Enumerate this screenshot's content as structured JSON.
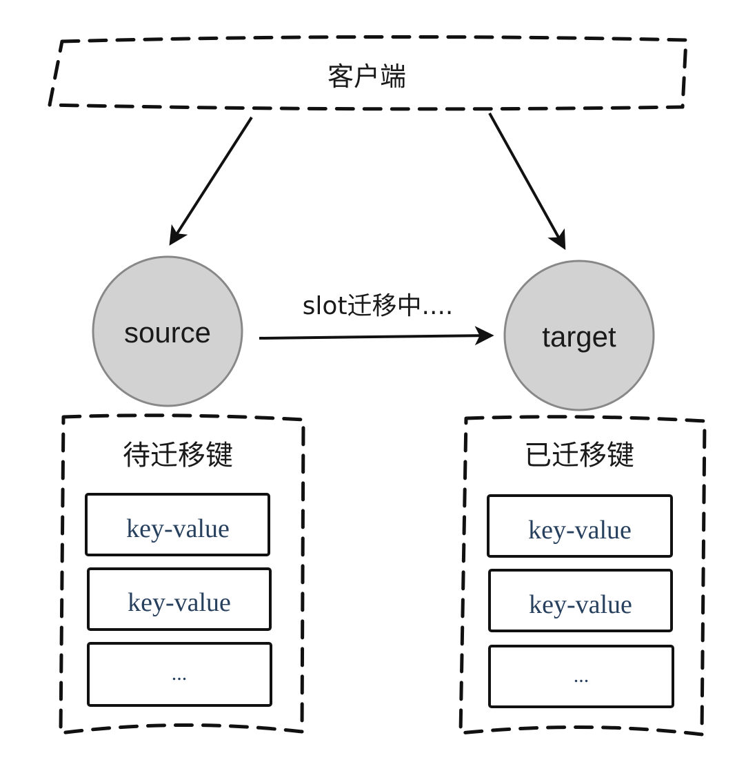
{
  "client": {
    "label": "客户端"
  },
  "source_node": {
    "label": "source"
  },
  "target_node": {
    "label": "target"
  },
  "migration": {
    "label": "slot迁移中...."
  },
  "pending_group": {
    "title": "待迁移键",
    "entries": [
      "key-value",
      "key-value",
      "..."
    ]
  },
  "migrated_group": {
    "title": "已迁移键",
    "entries": [
      "key-value",
      "key-value",
      "..."
    ]
  },
  "colors": {
    "node_fill": "#d2d2d2",
    "node_stroke": "#888888",
    "kv_text": "#27405e",
    "line": "#111111"
  }
}
